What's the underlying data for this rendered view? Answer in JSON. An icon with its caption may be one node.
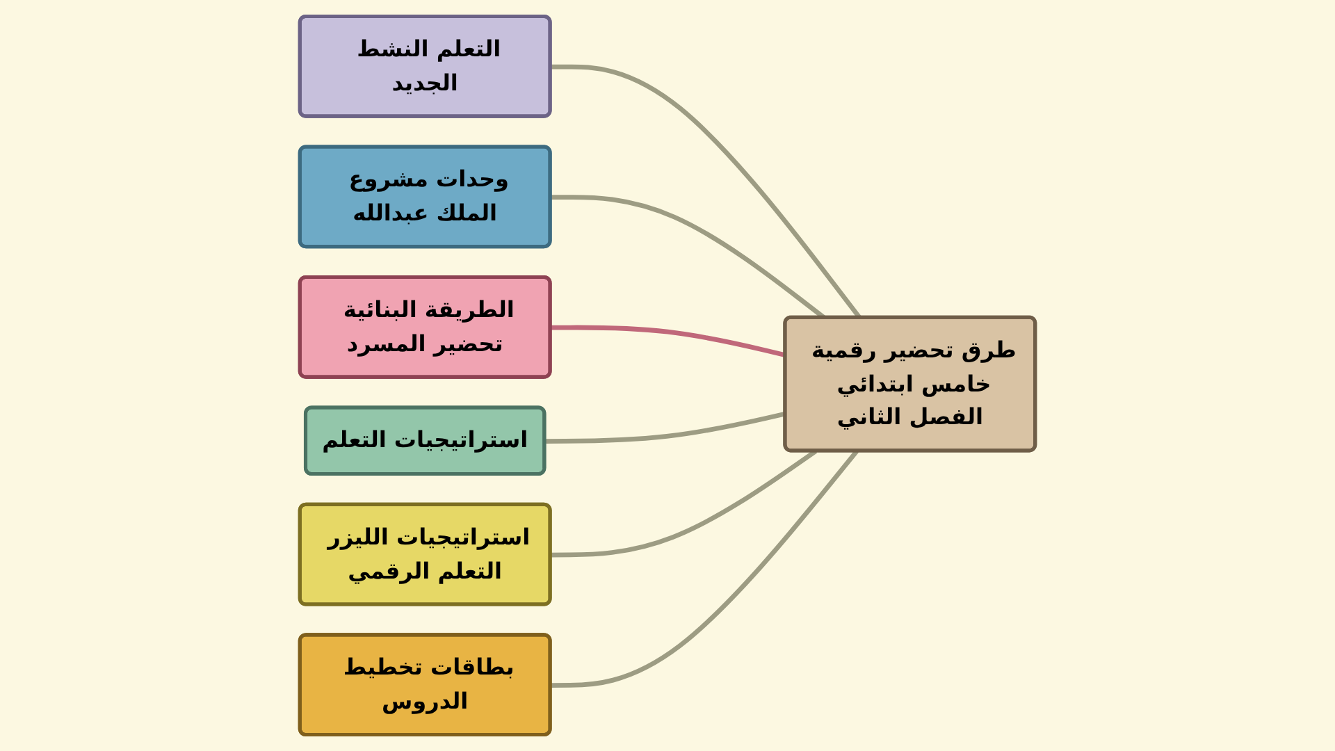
{
  "diagram": {
    "nodes": [
      {
        "text": [
          "طرق تحضير رقمية خامس ابتدائي الفصل الثاني"
        ]
      },
      {
        "text": [
          "التعلم النشط الجديد"
        ]
      },
      {
        "text": [
          "وحدات مشروع الملك عبدالله"
        ]
      },
      {
        "text": [
          "الطريقة البنائية تحضير المسرد"
        ]
      },
      {
        "text": [
          "استراتيجيات التعلم"
        ]
      },
      {
        "text": [
          "استراتيجيات الليزر التعلم الرقمي"
        ]
      },
      {
        "text": [
          "بطاقات تخطيط الدروس"
        ]
      }
    ],
    "edges": [
      {
        "from": 0,
        "to": 1,
        "arrow": "none"
      },
      {
        "from": 0,
        "to": 2,
        "arrow": "none"
      },
      {
        "from": 0,
        "to": 3,
        "arrow": "none",
        "color": "#c0687a"
      },
      {
        "from": 0,
        "to": 4,
        "arrow": "none"
      },
      {
        "from": 0,
        "to": 5,
        "arrow": "none"
      },
      {
        "from": 0,
        "to": 6,
        "arrow": "none"
      }
    ]
  }
}
